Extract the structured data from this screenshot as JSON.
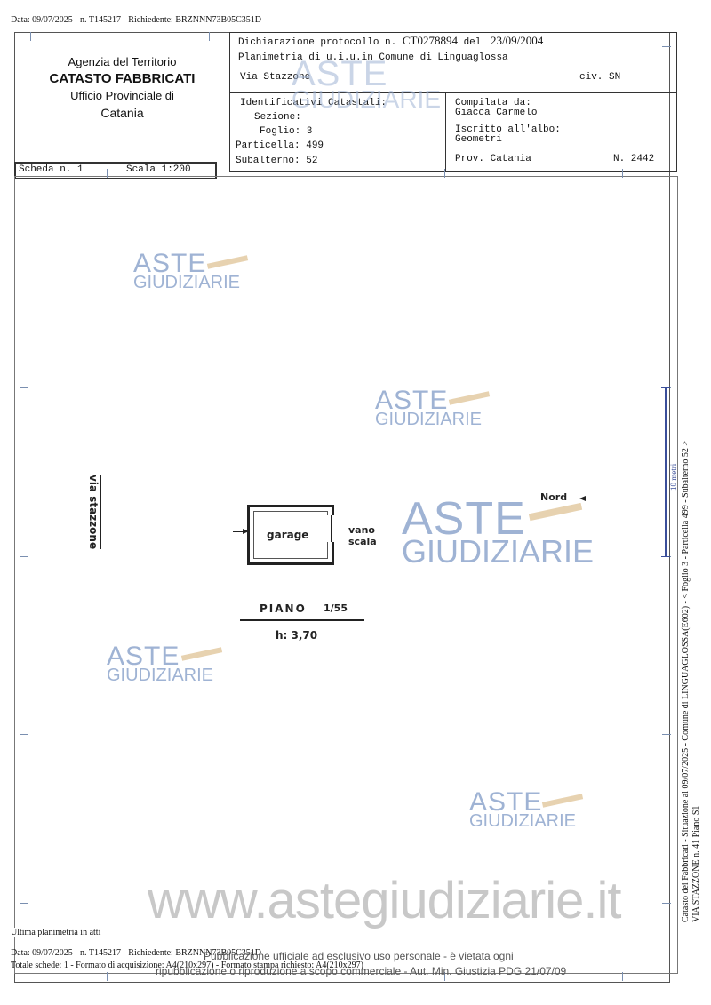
{
  "top_line": "Data: 09/07/2025 - n. T145217 - Richiedente: BRZNNN73B05C351D",
  "agency": {
    "line1": "Agenzia del Territorio",
    "line2": "CATASTO FABBRICATI",
    "line3": "Ufficio Provinciale di",
    "line4": "Catania"
  },
  "header": {
    "dichiarazione_label": "Dichiarazione protocollo n.",
    "protocollo": "CT0278894",
    "del_label": "del",
    "date": "23/09/2004",
    "planimetria": "Planimetria di u.i.u.in Comune di Linguaglossa",
    "via": "Via Stazzone",
    "civ": "civ. SN"
  },
  "identificativi": {
    "title": "Identificativi Catastali:",
    "sezione": "Sezione:",
    "foglio": "Foglio: 3",
    "particella": "Particella: 499",
    "subalterno": "Subalterno: 52"
  },
  "compilata": {
    "label": "Compilata da:",
    "name": "Giacca Carmelo",
    "albo_label": "Iscritto all'albo:",
    "albo": "Geometri",
    "prov": "Prov. Catania",
    "n": "N.  2442"
  },
  "scheda": {
    "label": "Scheda n. 1",
    "scala": "Scala 1:200"
  },
  "drawing": {
    "via_stazzone": "via stazzone",
    "garage": "garage",
    "vano": "vano",
    "scala": "scala",
    "nord": "Nord",
    "piano": "PIANO",
    "piano_scale": "1/55",
    "height": "h: 3,70",
    "metri": "10 metri"
  },
  "side_text": {
    "line1": "Catasto dei Fabbricati - Situazione al 09/07/2025 - Comune di LINGUAGLOSSA(E602) - < Foglio 3 - Particella 499 - Subalterno 52 >",
    "line2": "VIA STAZZONE n. 41 Piano S1"
  },
  "footer": {
    "ultima": "Ultima planimetria in atti",
    "line1": "Data: 09/07/2025 - n. T145217 - Richiedente: BRZNNN73B05C351D",
    "line2": "Totale schede: 1 - Formato di acquisizione: A4(210x297)  - Formato stampa richiesto: A4(210x297)"
  },
  "watermark": {
    "aste": "ASTE",
    "giudiziarie": "GIUDIZIARIE",
    "site": "www.astegiudiziarie.it",
    "notice1": "Pubblicazione ufficiale ad esclusivo uso personale - è vietata ogni",
    "notice2": "ripubblicazione o riproduzione a scopo commerciale - Aut. Min. Giustizia PDG 21/07/09"
  }
}
